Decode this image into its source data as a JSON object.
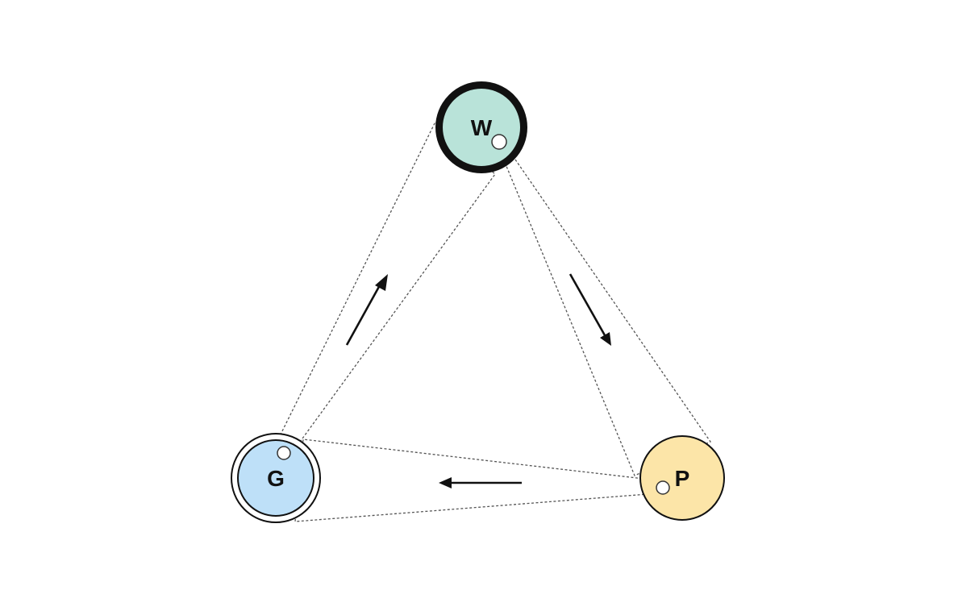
{
  "nodes": [
    {
      "id": "W",
      "label": "W",
      "fill": "#b9e3d9",
      "border": "thick"
    },
    {
      "id": "G",
      "label": "G",
      "fill": "#bee0f8",
      "border": "double"
    },
    {
      "id": "P",
      "label": "P",
      "fill": "#fce5a8",
      "border": "thin"
    }
  ],
  "edges": [
    {
      "from": "G",
      "to": "W"
    },
    {
      "from": "W",
      "to": "P"
    },
    {
      "from": "P",
      "to": "G"
    }
  ],
  "colors": {
    "stroke": "#111111",
    "connector": "#555555",
    "background": "#ffffff"
  }
}
